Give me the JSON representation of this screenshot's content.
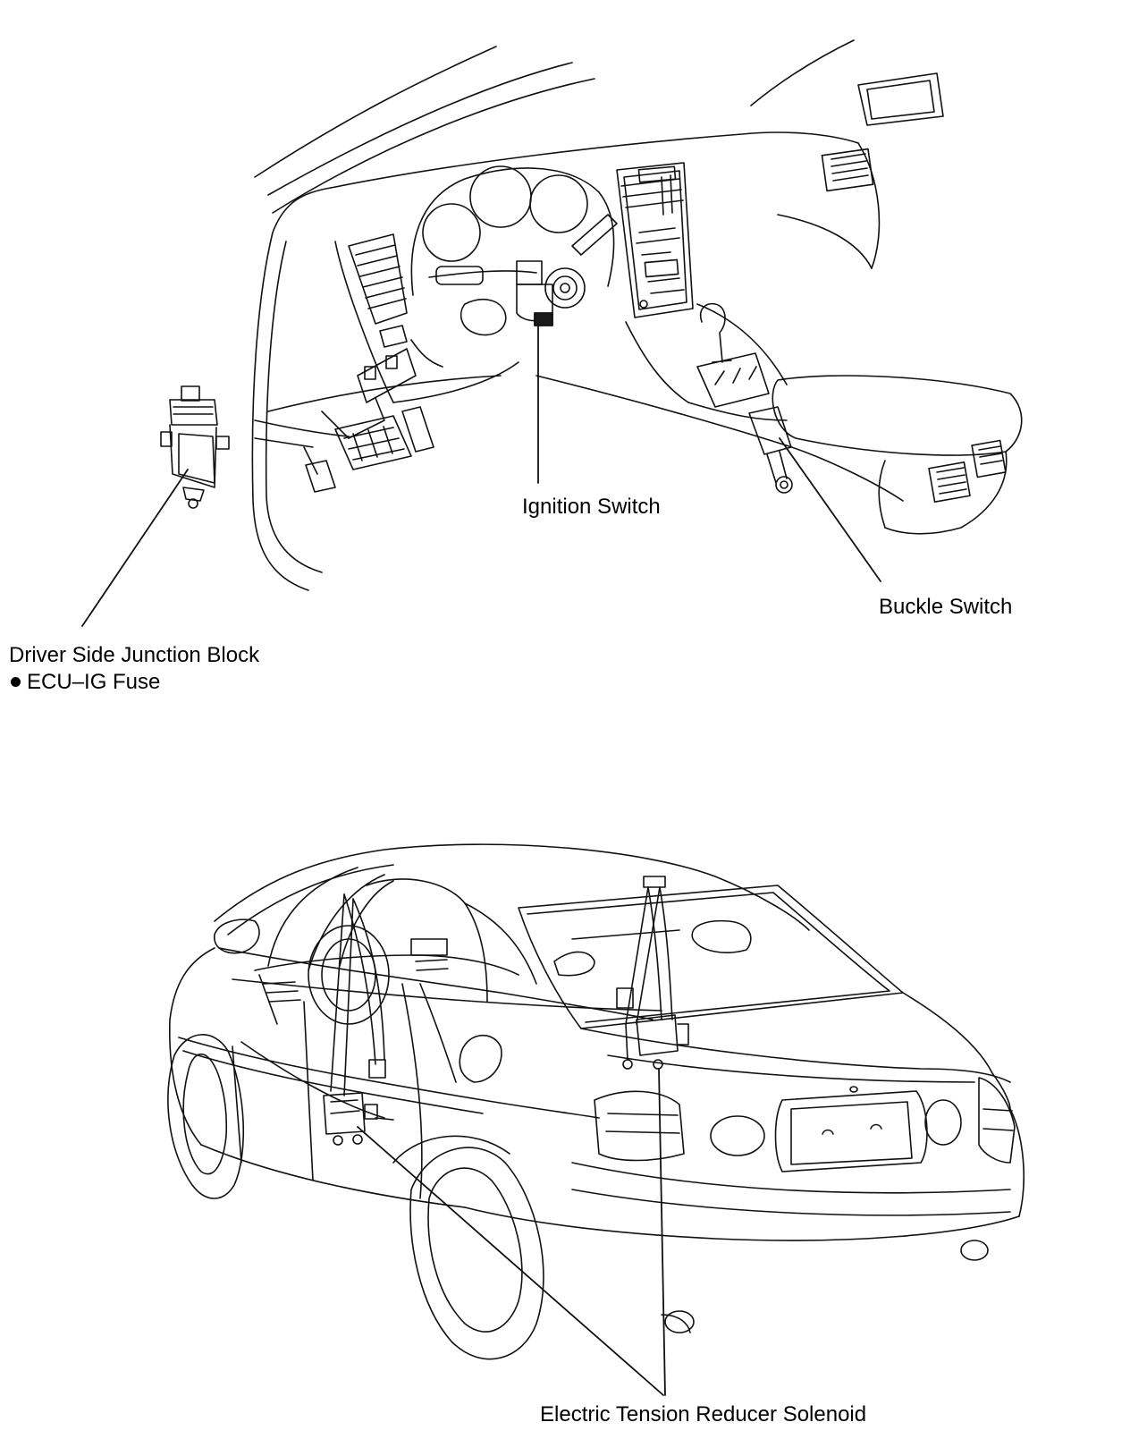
{
  "labels": {
    "ignition_switch": "Ignition Switch",
    "buckle_switch": "Buckle Switch",
    "junction_block": "Driver Side Junction Block",
    "ecu_ig_fuse": "ECU–IG Fuse",
    "tension_reducer": "Electric Tension Reducer Solenoid"
  }
}
